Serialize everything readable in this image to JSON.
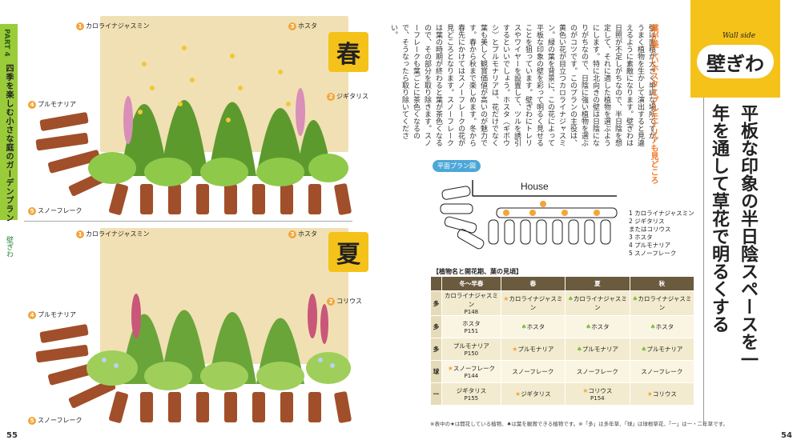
{
  "left_page": {
    "part_label": "PART 4",
    "side_title": "四季を楽しむ小さな庭のガーデンプラン",
    "side_tag": "壁ぎわ",
    "page_number": "55",
    "spring": {
      "season": "春",
      "callouts": [
        {
          "num": "1",
          "label": "カロライナジャスミン"
        },
        {
          "num": "3",
          "label": "ホスタ"
        },
        {
          "num": "4",
          "label": "プルモナリア"
        },
        {
          "num": "2",
          "label": "ジギタリス"
        },
        {
          "num": "5",
          "label": "スノーフレーク"
        }
      ]
    },
    "summer": {
      "season": "夏",
      "callouts": [
        {
          "num": "1",
          "label": "カロライナジャスミン"
        },
        {
          "num": "3",
          "label": "ホスタ"
        },
        {
          "num": "4",
          "label": "プルモナリア"
        },
        {
          "num": "2",
          "label": "コリウス"
        },
        {
          "num": "5",
          "label": "スノーフレーク"
        }
      ]
    }
  },
  "right_page": {
    "page_number": "54",
    "wall_side": "Wall side",
    "title": "壁ぎわ",
    "headline": "平板な印象の半日陰スペースを一年を通して草花で明るくする",
    "subhead": "葉が美しいホスタとプルモナリアも見どころ",
    "body": "壁は面積が大きく単調な場所ですが、うまく植物を生かして演出すると見違えるように素敵になります。壁ぎわは日照が不足しがちなので、半日陰を想定して、それに適した植物を選ぶようにします。特に北向きの壁は日陰になりがちなので、日陰に強い植物を選ぶのがコツです。このプランの主役は、黄色い花が目立つカロライナジャスミン。緑の葉を背景に、この花によって平板な印象の壁を彩って明るく見せることを狙っています。壁ぎわにトレリスやワイヤーを設置して、ツルを誘引するといいでしょう。ホスタ（ギボウシ）とプルモナリアは、花だけでなく葉も美しく観賞価値が高いのが魅力です。春から秋まで楽しめます。冬から春先にかけてはスノーフレークの花が見どころとなります。スノーフレークは葉の時期が終わると葉が茶色くなるので、その部分を取り除きます。スノーフレークも葉ごとに茶色くなるので、そうなったら取り除いてください。",
    "plan": {
      "title": "平面プラン図",
      "house_label": "House",
      "legend": [
        "1 カロライナジャスミン",
        "2 ジギタリス",
        "  またはコリウス",
        "3 ホスタ",
        "4 プルモナリア",
        "5 スノーフレーク"
      ]
    },
    "table": {
      "title": "【植物名と開花期、葉の見頃】",
      "headers": [
        "",
        "冬～早春",
        "春",
        "夏",
        "秋"
      ],
      "rows": [
        {
          "type": "多",
          "plant": "カロライナジャスミン",
          "page": "P148",
          "spring": "カロライナジャスミン",
          "summer": "カロライナジャスミン",
          "autumn": "カロライナジャスミン"
        },
        {
          "type": "多",
          "plant": "ホスタ",
          "page": "P151",
          "spring": "ホスタ",
          "summer": "ホスタ",
          "autumn": "ホスタ"
        },
        {
          "type": "多",
          "plant": "プルモナリア",
          "page": "P150",
          "spring": "プルモナリア",
          "summer": "プルモナリア",
          "autumn": "プルモナリア"
        },
        {
          "type": "球",
          "plant": "スノーフレーク",
          "page": "P144",
          "spring": "スノーフレーク",
          "summer": "スノーフレーク",
          "autumn": "スノーフレーク"
        },
        {
          "type": "一",
          "plant": "ジギタリス",
          "page": "P155",
          "spring": "ジギタリス",
          "summer": "コリウス",
          "summer_page": "P154",
          "autumn": "コリウス"
        }
      ],
      "note": "※表中の★は開花している植物、♠は葉を観賞できる植物です。※「多」は多年草、「球」は球根草花、「一」は一・二年草です。"
    }
  }
}
